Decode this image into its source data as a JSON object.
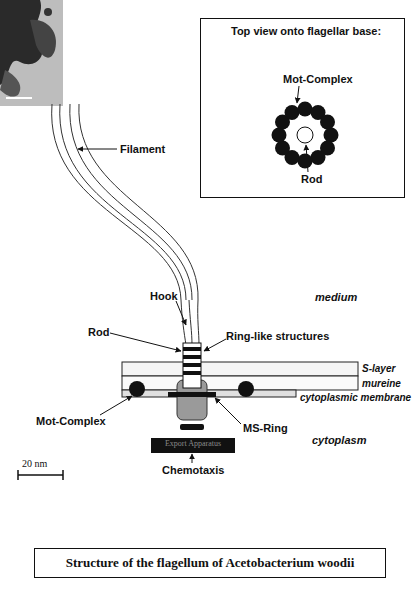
{
  "diagram": {
    "title": "Structure of the flagellum of Acetobacterium woodii",
    "nodes": [
      {
        "text": [
          "Top view onto flagellar base:",
          "Mot-Complex",
          "Rod"
        ]
      },
      {
        "text": [
          "Export Apparatus"
        ]
      }
    ],
    "labels": [
      "Filament",
      "Hook",
      "medium",
      "Rod",
      "Ring-like structures",
      "S-layer",
      "mureine",
      "cytoplasmic membrane",
      "Mot-Complex",
      "MS-Ring",
      "cytoplasm",
      "Chemotaxis",
      "20 nm"
    ]
  }
}
